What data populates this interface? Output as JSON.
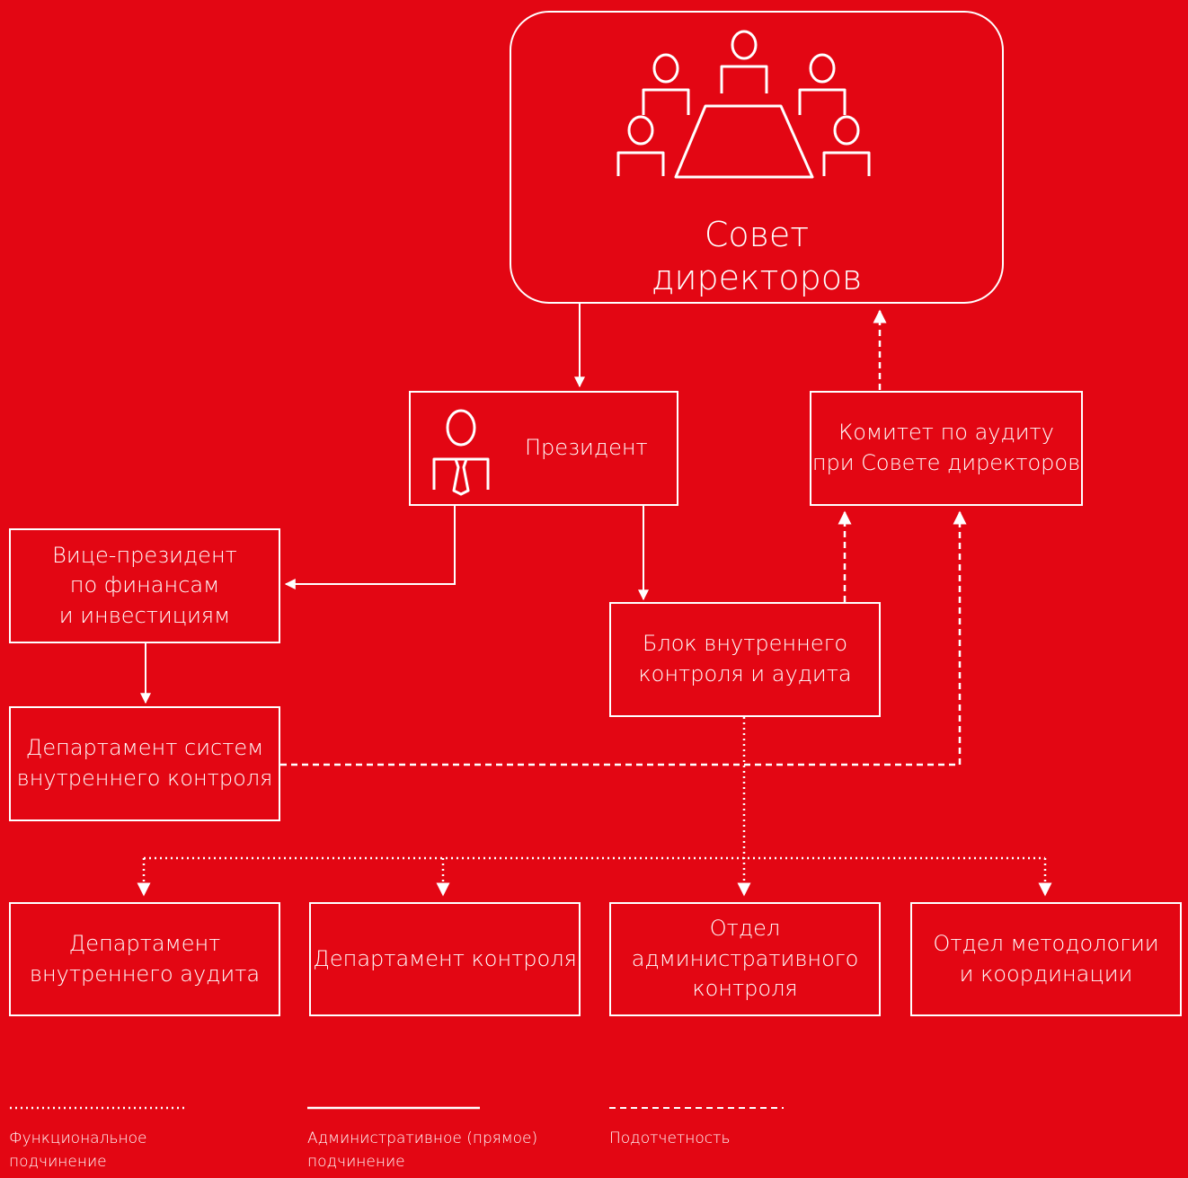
{
  "board": {
    "line1": "Совет",
    "line2": "директоров"
  },
  "president": {
    "label": "Президент"
  },
  "audit_committee": {
    "line1": "Комитет по аудиту",
    "line2": "при Совете директоров"
  },
  "vp_finance": {
    "line1": "Вице-президент",
    "line2": "по финансам",
    "line3": "и инвестициям"
  },
  "ics_department": {
    "line1": "Департамент систем",
    "line2": "внутреннего контроля"
  },
  "internal_control_block": {
    "line1": "Блок внутреннего",
    "line2": "контроля и аудита"
  },
  "departments": [
    {
      "line1": "Департамент",
      "line2": "внутреннего аудита"
    },
    {
      "line1": "Департамент контроля"
    },
    {
      "line1": "Отдел",
      "line2": "административного",
      "line3": "контроля"
    },
    {
      "line1": "Отдел методологии",
      "line2": "и координации"
    }
  ],
  "legend": {
    "functional": {
      "line1": "Функциональное",
      "line2": "подчинение"
    },
    "administrative": {
      "line1": "Административное (прямое)",
      "line2": "подчинение"
    },
    "accountability": {
      "line1": "Подотчетность"
    }
  },
  "colors": {
    "background": "#e30613",
    "foreground": "#ffffff"
  }
}
